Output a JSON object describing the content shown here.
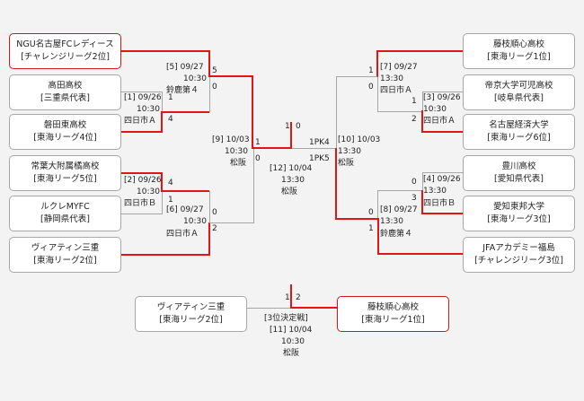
{
  "teams": {
    "l1": {
      "name": "NGU名古屋FCレディース",
      "sub": "[チャレンジリーグ2位]"
    },
    "l2": {
      "name": "高田高校",
      "sub": "[三重県代表]"
    },
    "l3": {
      "name": "磐田東高校",
      "sub": "[東海リーグ4位]"
    },
    "l4": {
      "name": "常葉大附属橘高校",
      "sub": "[東海リーグ5位]"
    },
    "l5": {
      "name": "ルクレMYFC",
      "sub": "[静岡県代表]"
    },
    "l6": {
      "name": "ヴィアティン三重",
      "sub": "[東海リーグ2位]"
    },
    "r1": {
      "name": "藤枝順心高校",
      "sub": "[東海リーグ1位]"
    },
    "r2": {
      "name": "帝京大学可児高校",
      "sub": "[岐阜県代表]"
    },
    "r3": {
      "name": "名古屋経済大学",
      "sub": "[東海リーグ6位]"
    },
    "r4": {
      "name": "豊川高校",
      "sub": "[愛知県代表]"
    },
    "r5": {
      "name": "愛知東邦大学",
      "sub": "[東海リーグ3位]"
    },
    "r6": {
      "name": "JFAアカデミー福島",
      "sub": "[チャレンジリーグ3位]"
    },
    "t1": {
      "name": "ヴィアティン三重",
      "sub": "[東海リーグ2位]"
    },
    "t2": {
      "name": "藤枝順心高校",
      "sub": "[東海リーグ1位]"
    }
  },
  "matches": {
    "m1": {
      "info": "[1] 09/26",
      "time": "10:30",
      "venue": "四日市Ａ"
    },
    "m2": {
      "info": "[2] 09/26",
      "time": "10:30",
      "venue": "四日市Ｂ"
    },
    "m3": {
      "info": "[3] 09/26",
      "time": "10:30",
      "venue": "四日市Ａ"
    },
    "m4": {
      "info": "[4] 09/26",
      "time": "13:30",
      "venue": "四日市Ｂ"
    },
    "m5": {
      "info": "[5] 09/27",
      "time": "10:30",
      "venue": "鈴鹿第４"
    },
    "m6": {
      "info": "[6] 09/27",
      "time": "10:30",
      "venue": "四日市Ａ"
    },
    "m7": {
      "info": "[7] 09/27",
      "time": "13:30",
      "venue": "四日市Ａ"
    },
    "m8": {
      "info": "[8] 09/27",
      "time": "13:30",
      "venue": "鈴鹿第４"
    },
    "m9": {
      "info": "[9] 10/03",
      "time": "10:30",
      "venue": "松阪"
    },
    "m10": {
      "info": "[10] 10/03",
      "time": "13:30",
      "venue": "松阪"
    },
    "m12": {
      "info": "[12] 10/04",
      "time": "13:30",
      "venue": "松阪"
    },
    "m11": {
      "title": "[3位決定戦]",
      "info": "[11] 10/04",
      "time": "10:30",
      "venue": "松阪"
    }
  },
  "scores": {
    "m1a": "1",
    "m1b": "4",
    "m2a": "4",
    "m2b": "1",
    "m3a": "1",
    "m3b": "2",
    "m4a": "0",
    "m4b": "3",
    "m5a": "5",
    "m5b": "0",
    "m6a": "0",
    "m6b": "2",
    "m7a": "1",
    "m7b": "0",
    "m8a": "0",
    "m8b": "1",
    "m9a": "1",
    "m9b": "0",
    "m10a": "1PK4",
    "m10b": "1PK5",
    "m12a": "1",
    "m12b": "0",
    "m11a": "1",
    "m11b": "2"
  }
}
